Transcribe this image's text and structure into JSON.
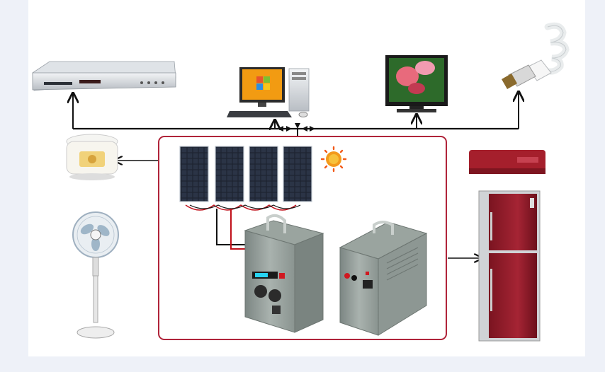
{
  "diagram": {
    "type": "solar-power-system-illustration",
    "frame_color": "#b0243a",
    "wire_color": "#111111",
    "cable_colors": [
      "#c0101a",
      "#111111"
    ],
    "devices_top": [
      {
        "name": "dvd-player",
        "icon": "dvd-player-icon"
      },
      {
        "name": "desktop-computer",
        "icon": "computer-icon"
      },
      {
        "name": "lcd-tv",
        "icon": "tv-icon"
      },
      {
        "name": "cfl-bulb",
        "icon": "light-bulb-icon"
      }
    ],
    "devices_left": [
      {
        "name": "rice-cooker",
        "icon": "rice-cooker-icon"
      },
      {
        "name": "stand-fan",
        "icon": "fan-icon"
      }
    ],
    "devices_right": [
      {
        "name": "air-conditioner",
        "icon": "air-conditioner-icon"
      },
      {
        "name": "refrigerator",
        "icon": "refrigerator-icon"
      }
    ],
    "system_components": [
      {
        "name": "solar-panels",
        "count": 4,
        "icon": "solar-panel-icon"
      },
      {
        "name": "sun",
        "icon": "sun-icon"
      },
      {
        "name": "power-unit-front",
        "icon": "inverter-box-icon"
      },
      {
        "name": "power-unit-back",
        "icon": "inverter-box-icon"
      }
    ]
  }
}
